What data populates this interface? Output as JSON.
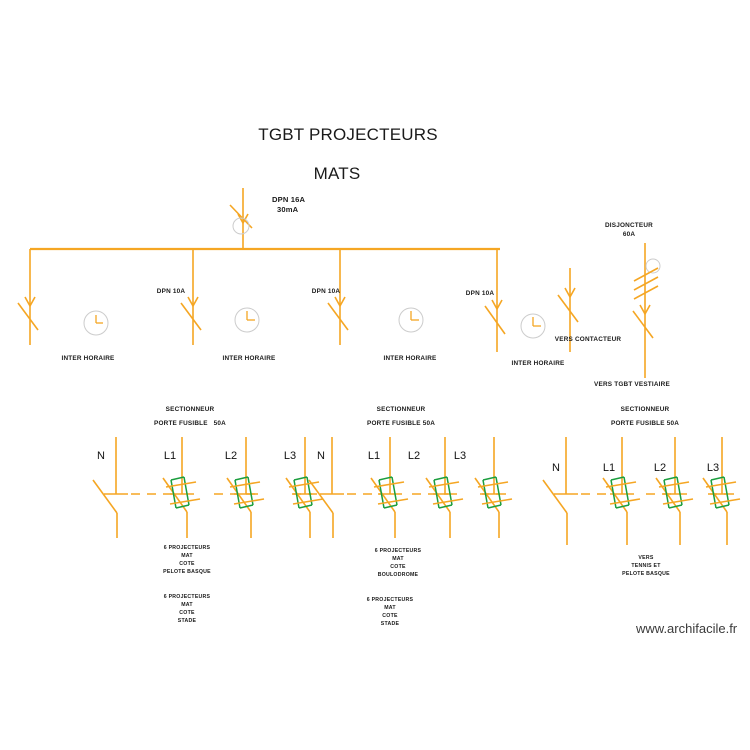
{
  "page": {
    "title_line1": "TGBT PROJECTEURS",
    "title_line2": "MATS",
    "footer": "www.archifacile.fr",
    "colors": {
      "wire": "#F5A623",
      "fuse": "#1B9E3E",
      "text": "#1a1a1a",
      "clock_ring": "#cccccc",
      "background": "#ffffff"
    }
  },
  "main_breaker": {
    "label_line1": "DPN 16A",
    "label_line2": "30mA",
    "type": "differential-breaker"
  },
  "feeders": [
    {
      "id": "feeder-1",
      "breaker_label": "",
      "timer_label": "INTER HORAIRE"
    },
    {
      "id": "feeder-2",
      "breaker_label": "DPN 10A",
      "timer_label": "INTER HORAIRE"
    },
    {
      "id": "feeder-3",
      "breaker_label": "DPN 10A",
      "timer_label": "INTER HORAIRE"
    },
    {
      "id": "feeder-4",
      "breaker_label": "DPN 10A",
      "timer_label": "INTER HORAIRE"
    }
  ],
  "contactor_branch": {
    "label": "VERS CONTACTEUR"
  },
  "disjoncteur_branch": {
    "label_line1": "DISJONCTEUR",
    "label_line2": "60A",
    "destination": "VERS TGBT VESTIAIRE"
  },
  "sectionneurs": [
    {
      "id": "sectionneur-1",
      "header_line1": "SECTIONNEUR",
      "header_line2": "PORTE FUSIBLE   50A",
      "poles": [
        "N",
        "L1",
        "L2",
        "L3"
      ],
      "load_primary": [
        "6 PROJECTEURS",
        "MAT",
        "COTE",
        "PELOTE BASQUE"
      ],
      "load_secondary": [
        "6 PROJECTEURS",
        "MAT",
        "COTE",
        "STADE"
      ]
    },
    {
      "id": "sectionneur-2",
      "header_line1": "SECTIONNEUR",
      "header_line2": "PORTE FUSIBLE 50A",
      "poles": [
        "N",
        "L1",
        "L2",
        "L3"
      ],
      "load_primary": [
        "6 PROJECTEURS",
        "MAT",
        "COTE",
        "BOULODROME"
      ],
      "load_secondary": [
        "6 PROJECTEURS",
        "MAT",
        "COTE",
        "STADE"
      ]
    },
    {
      "id": "sectionneur-3",
      "header_line1": "SECTIONNEUR",
      "header_line2": "PORTE FUSIBLE 50A",
      "poles": [
        "N",
        "L1",
        "L2",
        "L3"
      ],
      "load_primary": [
        "VERS",
        "TENNIS ET",
        "PELOTE BASQUE"
      ],
      "load_secondary": []
    }
  ]
}
